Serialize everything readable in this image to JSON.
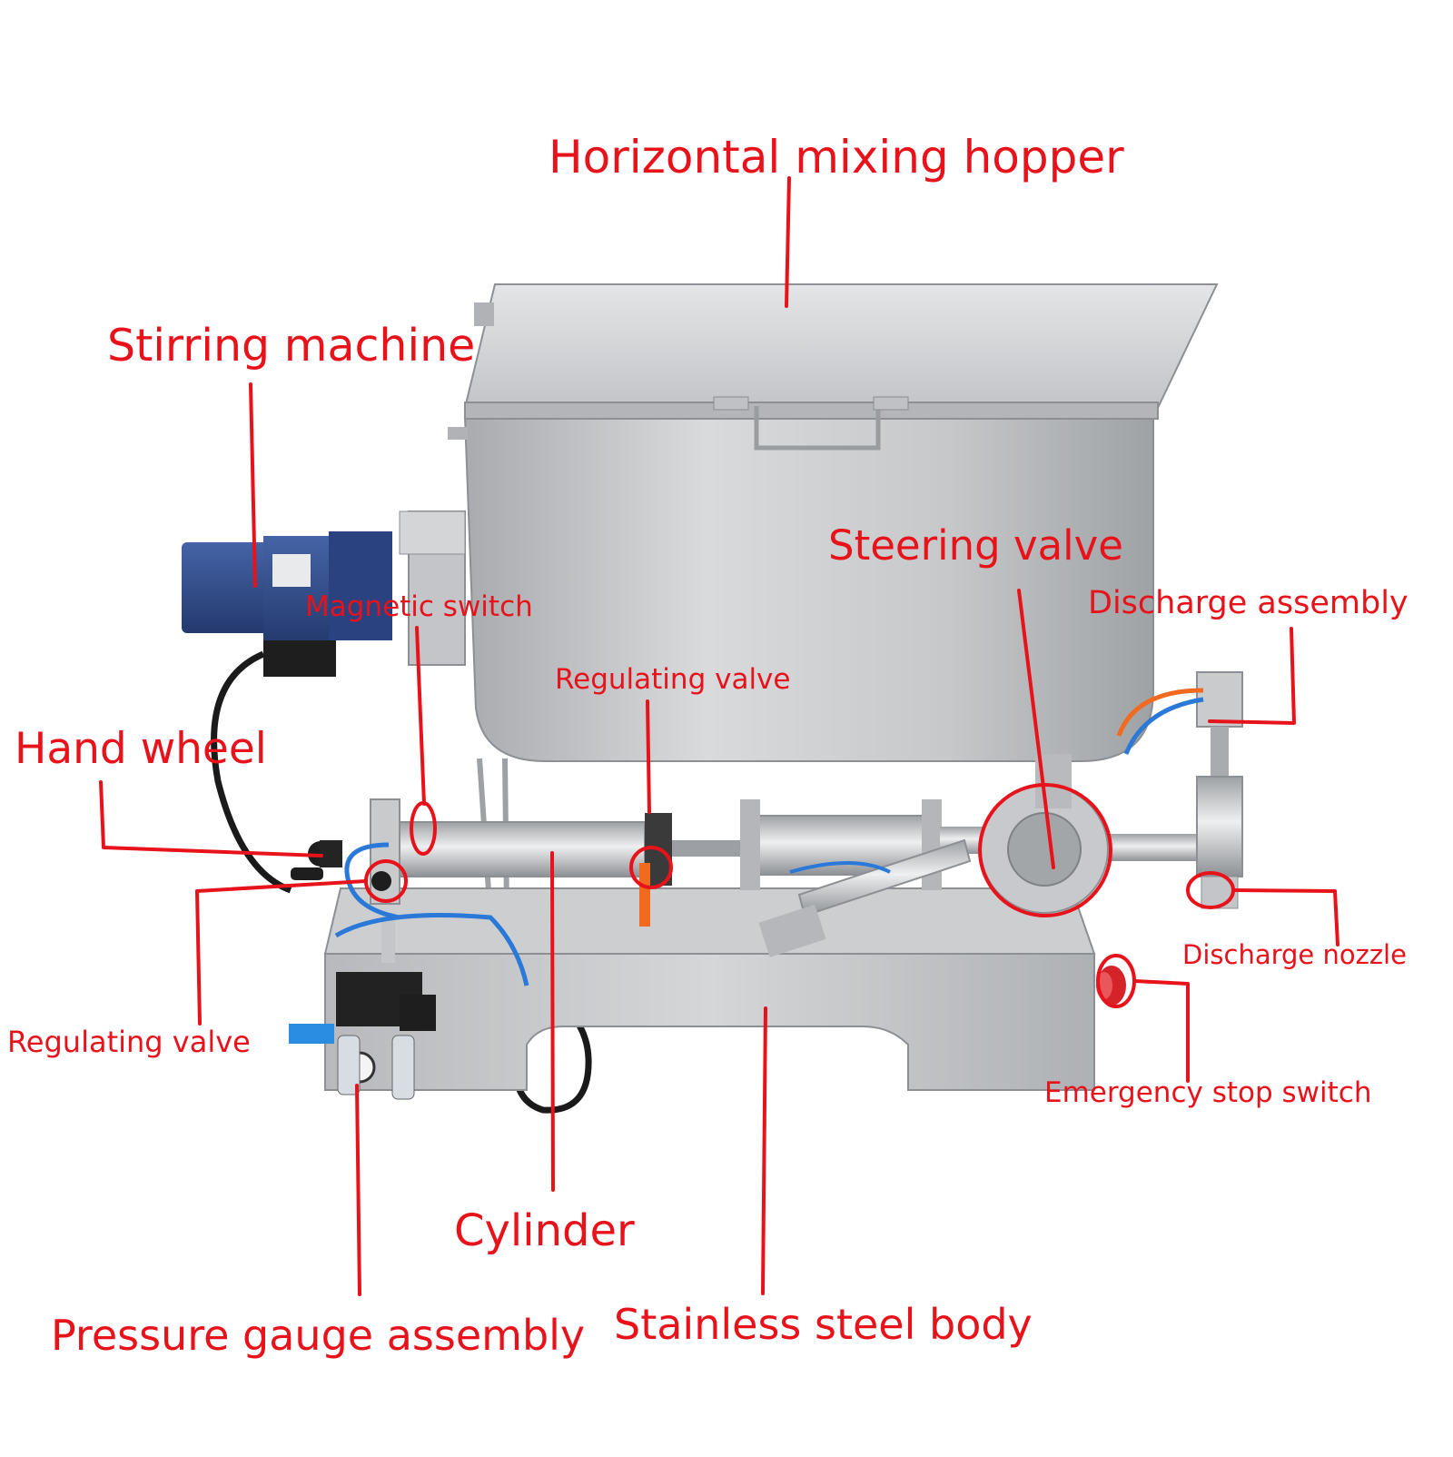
{
  "colors": {
    "annotation": "#e8121b",
    "steel_light": "#d8d9db",
    "steel_mid": "#b9bbbe",
    "steel_dark": "#8f9296",
    "motor_blue": "#2f4a88",
    "cable": "#1a1a1a",
    "tube_blue": "#2a78d8",
    "tube_orange": "#f26a1f",
    "estop_red": "#d4242a"
  },
  "labels": {
    "hopper": "Horizontal mixing hopper",
    "stirring": "Stirring machine",
    "magnetic_switch": "Magnetic switch",
    "regulating_valve_top": "Regulating valve",
    "steering_valve": "Steering valve",
    "discharge_assembly": "Discharge assembly",
    "hand_wheel": "Hand wheel",
    "discharge_nozzle": "Discharge nozzle",
    "regulating_valve_left": "Regulating valve",
    "emergency_stop": "Emergency stop switch",
    "cylinder": "Cylinder",
    "pressure_gauge": "Pressure gauge assembly",
    "body": "Stainless steel body"
  }
}
